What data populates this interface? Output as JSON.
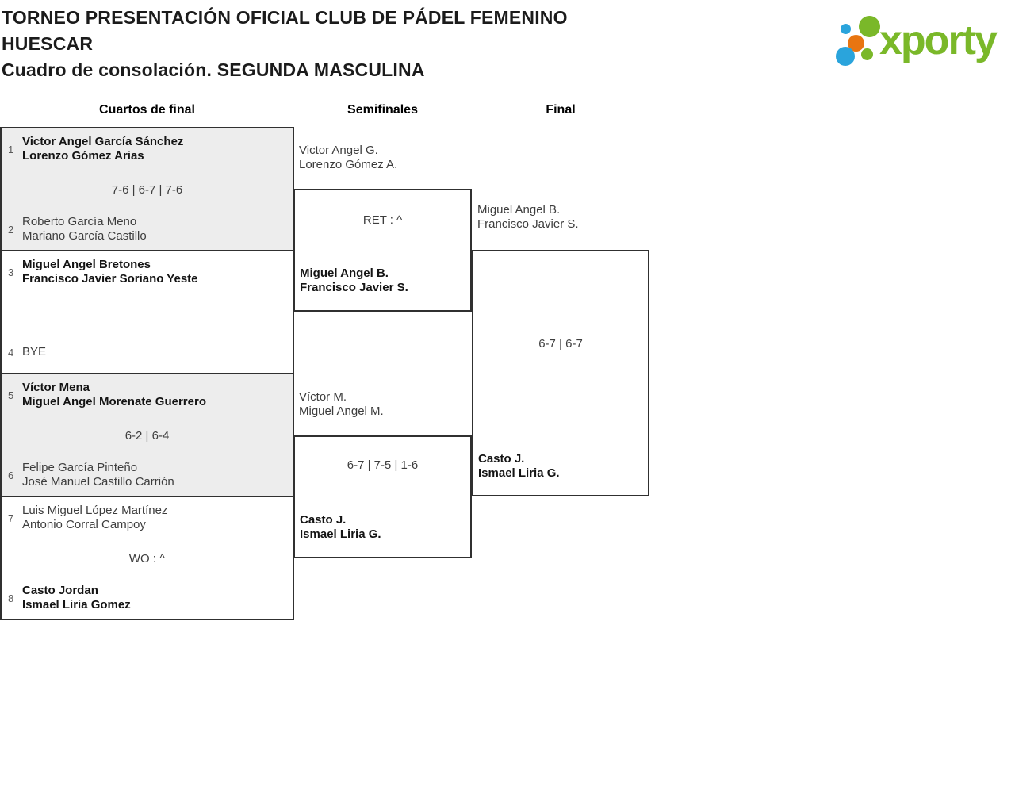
{
  "page": {
    "title_line1": "TORNEO PRESENTACIÓN OFICIAL CLUB DE PÁDEL FEMENINO",
    "title_line2": "HUESCAR",
    "subtitle": "Cuadro de consolación. SEGUNDA MASCULINA"
  },
  "logo": {
    "brand": "xporty",
    "colors": {
      "green": "#7ab829",
      "blue": "#2aa4dc",
      "orange": "#e87511"
    }
  },
  "bracket": {
    "round_headers": [
      "Cuartos de final",
      "Semifinales",
      "Final"
    ],
    "block_bg_alt": "#ededed",
    "border_color": "#303030",
    "quarterfinals": [
      {
        "top": {
          "seed": "1",
          "players": [
            "Victor Angel García Sánchez",
            "Lorenzo Gómez Arias"
          ],
          "winner": true
        },
        "score": "7-6 | 6-7 | 7-6",
        "bottom": {
          "seed": "2",
          "players": [
            "Roberto García Meno",
            "Mariano García Castillo"
          ],
          "winner": false
        }
      },
      {
        "top": {
          "seed": "3",
          "players": [
            "Miguel Angel Bretones",
            "Francisco Javier Soriano Yeste"
          ],
          "winner": true
        },
        "score": "",
        "bottom": {
          "seed": "4",
          "players": [
            "BYE"
          ],
          "winner": false
        }
      },
      {
        "top": {
          "seed": "5",
          "players": [
            "Víctor Mena",
            "Miguel Angel Morenate Guerrero"
          ],
          "winner": true
        },
        "score": "6-2 | 6-4",
        "bottom": {
          "seed": "6",
          "players": [
            "Felipe García Pinteño",
            "José Manuel Castillo Carrión"
          ],
          "winner": false
        }
      },
      {
        "top": {
          "seed": "7",
          "players": [
            "Luis Miguel López Martínez",
            "Antonio Corral Campoy"
          ],
          "winner": false
        },
        "score": "WO : ^",
        "bottom": {
          "seed": "8",
          "players": [
            "Casto Jordan",
            "Ismael Liria Gomez"
          ],
          "winner": true
        }
      }
    ],
    "semifinals": [
      {
        "top": {
          "players": [
            "Victor Angel G.",
            "Lorenzo Gómez A."
          ],
          "winner": false
        },
        "score": "RET : ^",
        "bottom": {
          "players": [
            "Miguel Angel B.",
            "Francisco Javier S."
          ],
          "winner": true
        }
      },
      {
        "top": {
          "players": [
            "Víctor M.",
            "Miguel Angel M."
          ],
          "winner": false
        },
        "score": "6-7 | 7-5 | 1-6",
        "bottom": {
          "players": [
            "Casto J.",
            "Ismael Liria G."
          ],
          "winner": true
        }
      }
    ],
    "final": {
      "top": {
        "players": [
          "Miguel Angel B.",
          "Francisco Javier S."
        ],
        "winner": false
      },
      "score": "6-7 | 6-7",
      "bottom": {
        "players": [
          "Casto J.",
          "Ismael Liria G."
        ],
        "winner": true
      }
    }
  }
}
